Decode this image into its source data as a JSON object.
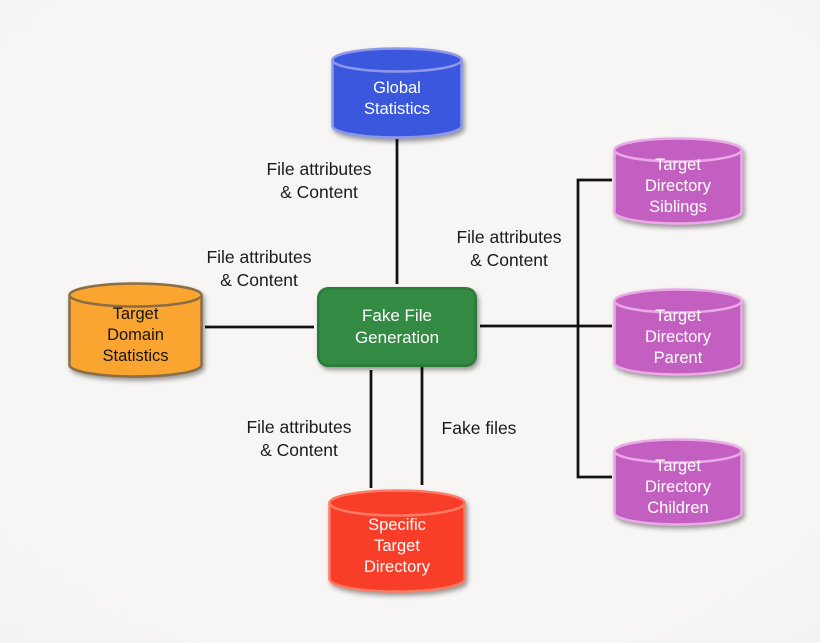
{
  "colors": {
    "background": "#f5f4f2",
    "arrow": "#111111",
    "edge_label_text": "#1b1b1b"
  },
  "nodes": {
    "global_statistics": {
      "label": "Global\nStatistics",
      "shape": "cylinder",
      "fill": "#3a57dd",
      "stroke": "#8d98e9",
      "text_color": "#ffffff"
    },
    "target_domain_statistics": {
      "label": "Target\nDomain\nStatistics",
      "shape": "cylinder",
      "fill": "#f9a530",
      "stroke": "#8a6d45",
      "text_color": "#151515"
    },
    "fake_file_generation": {
      "label": "Fake File\nGeneration",
      "shape": "rounded-rect",
      "fill": "#338a42",
      "stroke": "#2b7a38",
      "text_color": "#ffffff"
    },
    "target_directory_siblings": {
      "label": "Target\nDirectory\nSiblings",
      "shape": "cylinder",
      "fill": "#c35fc0",
      "stroke": "#eaa9e7",
      "text_color": "#ffffff"
    },
    "target_directory_parent": {
      "label": "Target\nDirectory\nParent",
      "shape": "cylinder",
      "fill": "#c35fc0",
      "stroke": "#eaa9e7",
      "text_color": "#ffffff"
    },
    "target_directory_children": {
      "label": "Target\nDirectory\nChildren",
      "shape": "cylinder",
      "fill": "#c35fc0",
      "stroke": "#eaa9e7",
      "text_color": "#ffffff"
    },
    "specific_target_directory": {
      "label": "Specific\nTarget\nDirectory",
      "shape": "cylinder",
      "fill": "#f83d28",
      "stroke": "#ff7a63",
      "text_color": "#ffffff"
    }
  },
  "edge_labels": {
    "global_to_fake": "File attributes\n& Content",
    "domain_to_fake": "File attributes\n& Content",
    "directories_to_fake": "File attributes\n& Content",
    "specific_to_fake": "File attributes\n& Content",
    "fake_to_specific": "Fake files"
  }
}
